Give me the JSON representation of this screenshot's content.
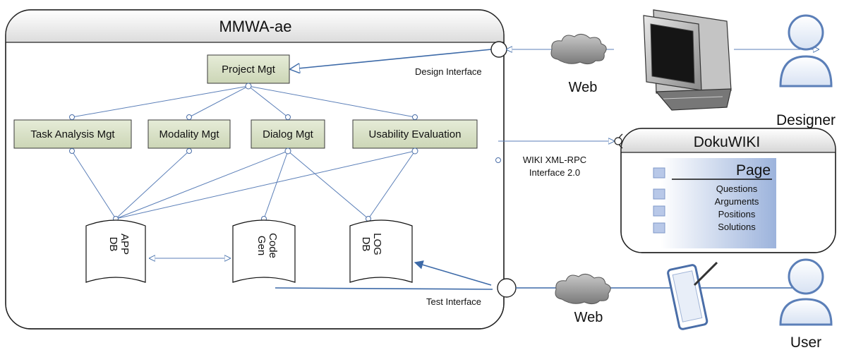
{
  "system": {
    "title": "MMWA-ae"
  },
  "modules": {
    "project": "Project Mgt",
    "task_analysis": "Task Analysis Mgt",
    "modality": "Modality Mgt",
    "dialog": "Dialog Mgt",
    "usability": "Usability Evaluation"
  },
  "databases": {
    "app": [
      "APP",
      "DB"
    ],
    "code": [
      "Code",
      "Gen"
    ],
    "log": [
      "LOG",
      "DB"
    ]
  },
  "interfaces": {
    "design": "Design Interface",
    "test": "Test Interface",
    "wiki_line1": "WIKI XML-RPC",
    "wiki_line2": "Interface 2.0"
  },
  "network": {
    "web_top": "Web",
    "web_bottom": "Web"
  },
  "actors": {
    "designer": "Designer",
    "user": "User"
  },
  "wiki": {
    "title": "DokuWIKI",
    "page_title": "Page",
    "items": [
      "Questions",
      "Arguments",
      "Positions",
      "Solutions"
    ]
  },
  "icons": {
    "monitor": "crt-monitor-icon",
    "tablet": "tablet-stylus-icon",
    "cloud": "cloud-icon",
    "actor": "person-icon",
    "database": "database-cylinder-icon"
  }
}
